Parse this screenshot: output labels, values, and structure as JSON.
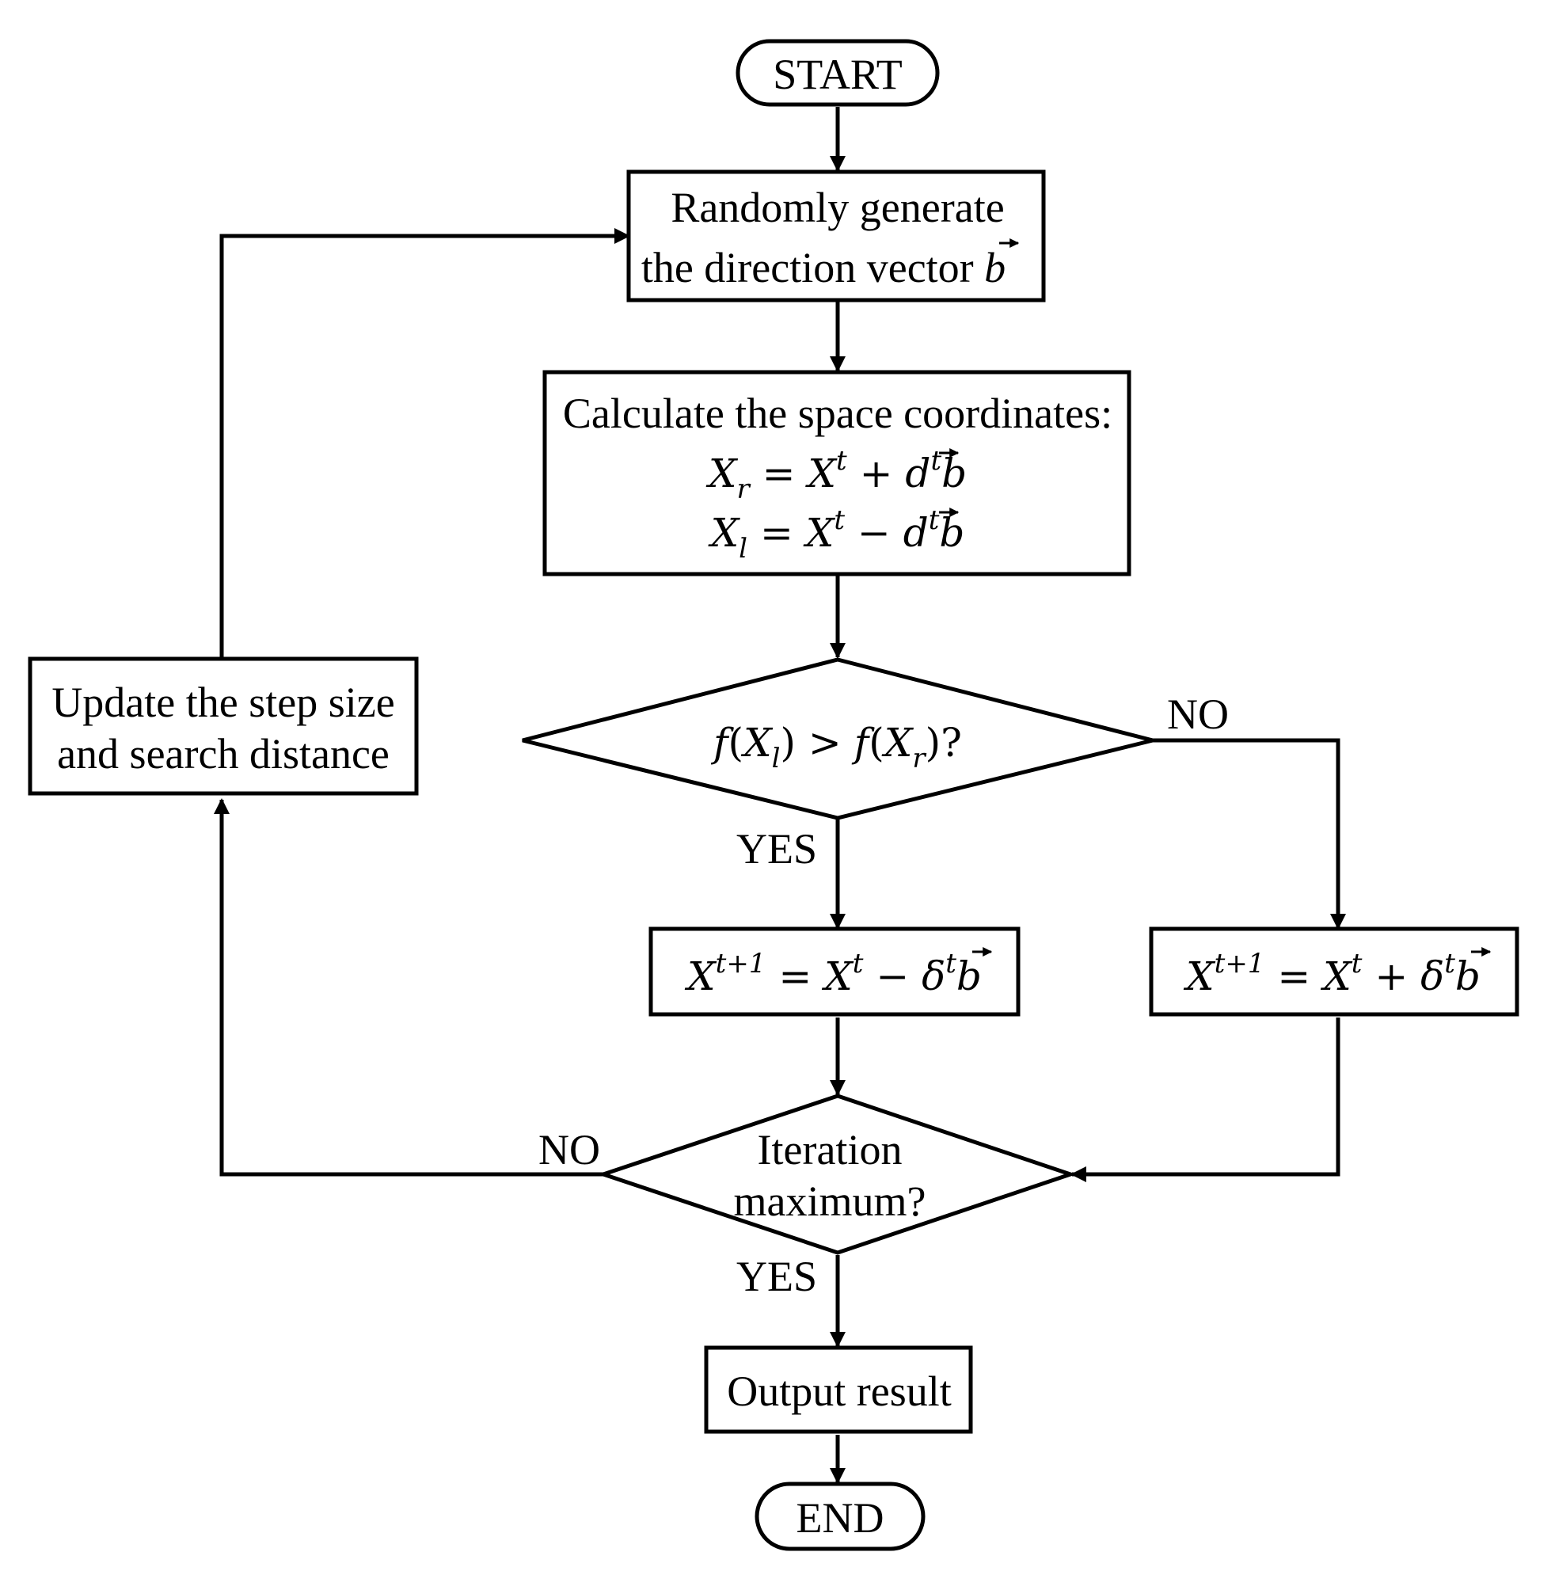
{
  "nodes": {
    "start": {
      "label": "START"
    },
    "generate": {
      "line1": "Randomly generate",
      "line2_text": "the direction vector ",
      "line2_var": "b"
    },
    "calculate": {
      "header": "Calculate the space coordinates:",
      "eq_r": {
        "lhs": "X",
        "lhs_sub": "r",
        "op": "+"
      },
      "eq_l": {
        "lhs": "X",
        "lhs_sub": "l",
        "op": "−"
      }
    },
    "compare": {
      "cond_suffix": "?"
    },
    "update_minus": {
      "op": "−"
    },
    "update_plus": {
      "op": "+"
    },
    "update_step": {
      "line1": "Update the step size",
      "line2": "and search distance"
    },
    "iteration": {
      "line1": "Iteration",
      "line2": "maximum?"
    },
    "output": {
      "label": "Output result"
    },
    "end": {
      "label": "END"
    }
  },
  "edge_labels": {
    "compare_no": "NO",
    "compare_yes": "YES",
    "iteration_no": "NO",
    "iteration_yes": "YES"
  }
}
